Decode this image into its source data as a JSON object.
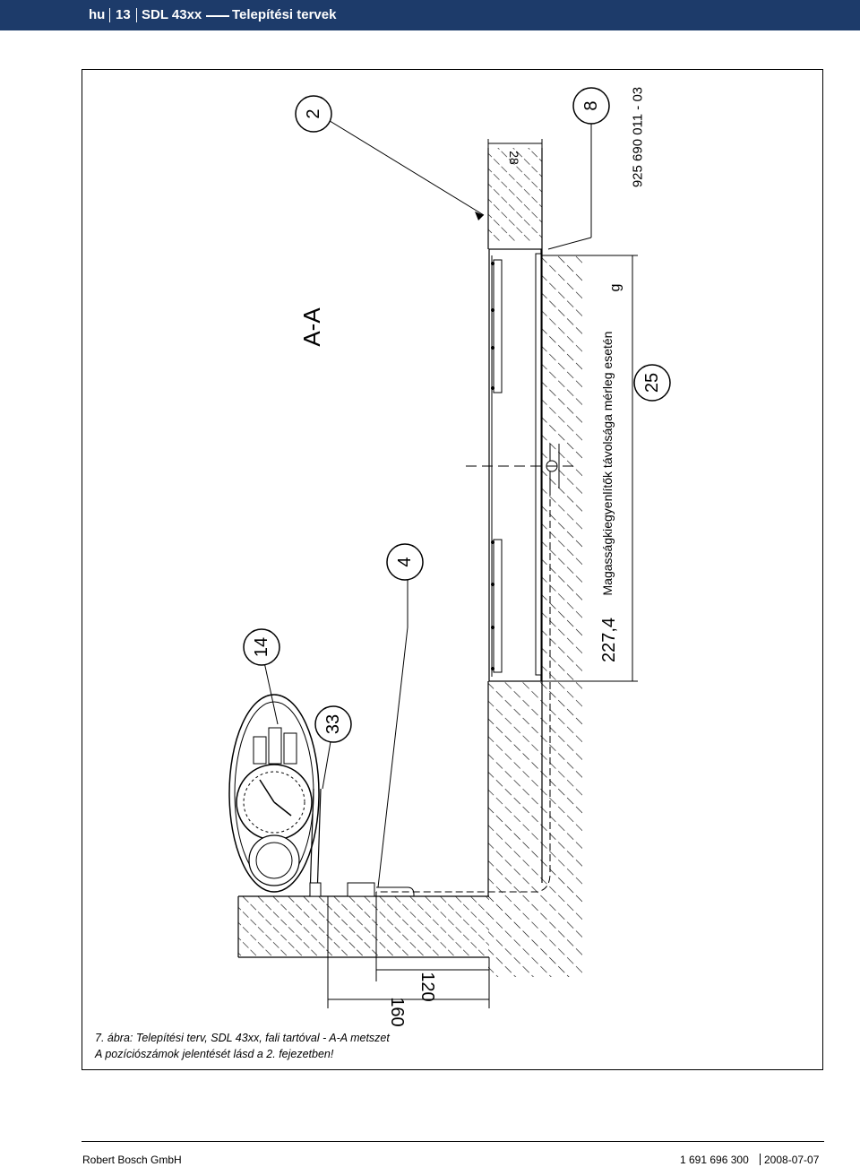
{
  "header": {
    "lang": "hu",
    "page": "13",
    "product": "SDL 43xx",
    "section": "Telepítési tervek"
  },
  "drawing": {
    "section_label": "A-A",
    "doc_number": "925 690 011 - 03",
    "height_note": "Magasságkiegyenlítők távolsága mérleg esetén",
    "dim_227": "227,4",
    "dim_28": "28",
    "dim_g": "g",
    "dim_120": "120",
    "dim_160": "160",
    "callouts": [
      "2",
      "8",
      "25",
      "4",
      "14",
      "33"
    ]
  },
  "caption": {
    "line1": "7. ábra: Telepítési terv, SDL 43xx, fali tartóval - A-A metszet",
    "line2": "A pozíciószámok jelentését lásd a 2. fejezetben!"
  },
  "footer": {
    "company": "Robert Bosch GmbH",
    "doc_id": "1 691 696 300",
    "date": "2008-07-07"
  }
}
